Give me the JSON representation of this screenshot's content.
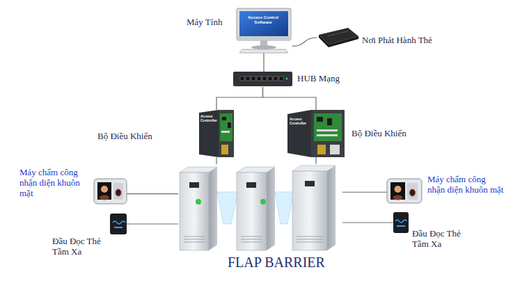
{
  "diagram": {
    "nodes": [
      {
        "text": [
          "Máy Tính",
          "Access Control Software"
        ]
      },
      {
        "text": [
          "Nơi Phát Hành Thẻ"
        ]
      },
      {
        "text": [
          "HUB Mạng"
        ]
      },
      {
        "text": [
          "Bộ Điều Khiển",
          "Access Controller"
        ]
      },
      {
        "text": [
          "Bộ Điều Khiển",
          "Access Controller"
        ]
      },
      {
        "text": [
          "Máy chấm công nhận diện khuôn mặt"
        ]
      },
      {
        "text": [
          "Đầu Đọc Thẻ Tầm Xa"
        ]
      },
      {
        "text": [
          "Máy chấm công nhận diện khuôn mặt"
        ]
      },
      {
        "text": [
          "Đầu Đọc Thẻ Tầm Xa"
        ]
      },
      {
        "text": [
          "FLAP BARRIER"
        ]
      }
    ],
    "edges": [
      {
        "from": 0,
        "to": 1,
        "arrow": "none"
      },
      {
        "from": 0,
        "to": 2,
        "arrow": "none"
      },
      {
        "from": 2,
        "to": 3,
        "arrow": "none"
      },
      {
        "from": 2,
        "to": 4,
        "arrow": "none"
      },
      {
        "from": 3,
        "to": 9,
        "arrow": "none"
      },
      {
        "from": 4,
        "to": 9,
        "arrow": "none"
      },
      {
        "from": 5,
        "to": 9,
        "arrow": "none"
      },
      {
        "from": 6,
        "to": 9,
        "arrow": "none"
      },
      {
        "from": 7,
        "to": 9,
        "arrow": "none"
      },
      {
        "from": 8,
        "to": 9,
        "arrow": "none"
      }
    ]
  }
}
